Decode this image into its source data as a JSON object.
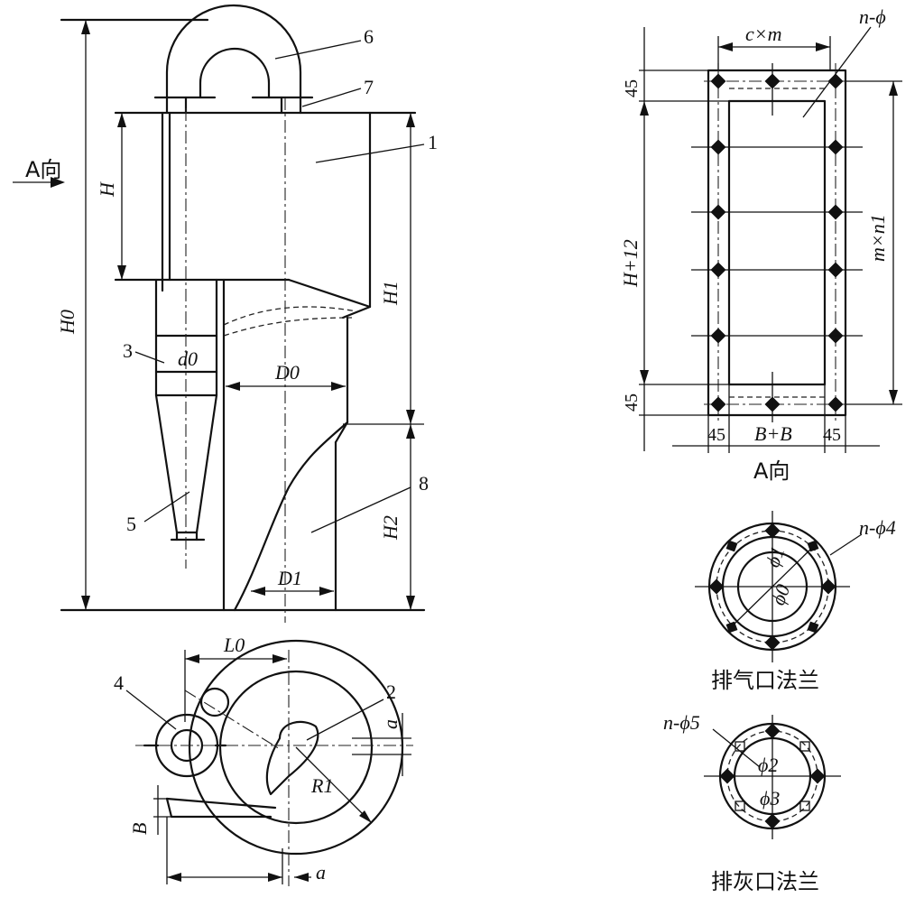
{
  "parts": {
    "p1": "1",
    "p2": "2",
    "p3": "3",
    "p4": "4",
    "p5": "5",
    "p6": "6",
    "p7": "7",
    "p8": "8"
  },
  "main_view": {
    "direction_label": "A向",
    "H": "H",
    "H0": "H0",
    "H1": "H1",
    "H2": "H2",
    "d0": "d0",
    "D0": "D0",
    "D1": "D1"
  },
  "plan_view": {
    "L0": "L0",
    "a_right": "a",
    "a_bottom": "a",
    "B": "B",
    "R1": "R1"
  },
  "a_view": {
    "top_dim": "c×m",
    "corner_label": "n-ϕ",
    "left_top": "45",
    "left_mid": "H+12",
    "left_bottom": "45",
    "right_dim": "m×n1",
    "bottom_left": "45",
    "bottom_mid": "B+B",
    "bottom_right": "45",
    "caption": "A向"
  },
  "exhaust_flange": {
    "hole_label": "n-ϕ4",
    "d_outer": "ϕ0",
    "d_inner": "ϕ1",
    "caption": "排气口法兰"
  },
  "ash_flange": {
    "hole_label": "n-ϕ5",
    "d_inner": "ϕ2",
    "d_outer": "ϕ3",
    "caption": "排灰口法兰"
  }
}
